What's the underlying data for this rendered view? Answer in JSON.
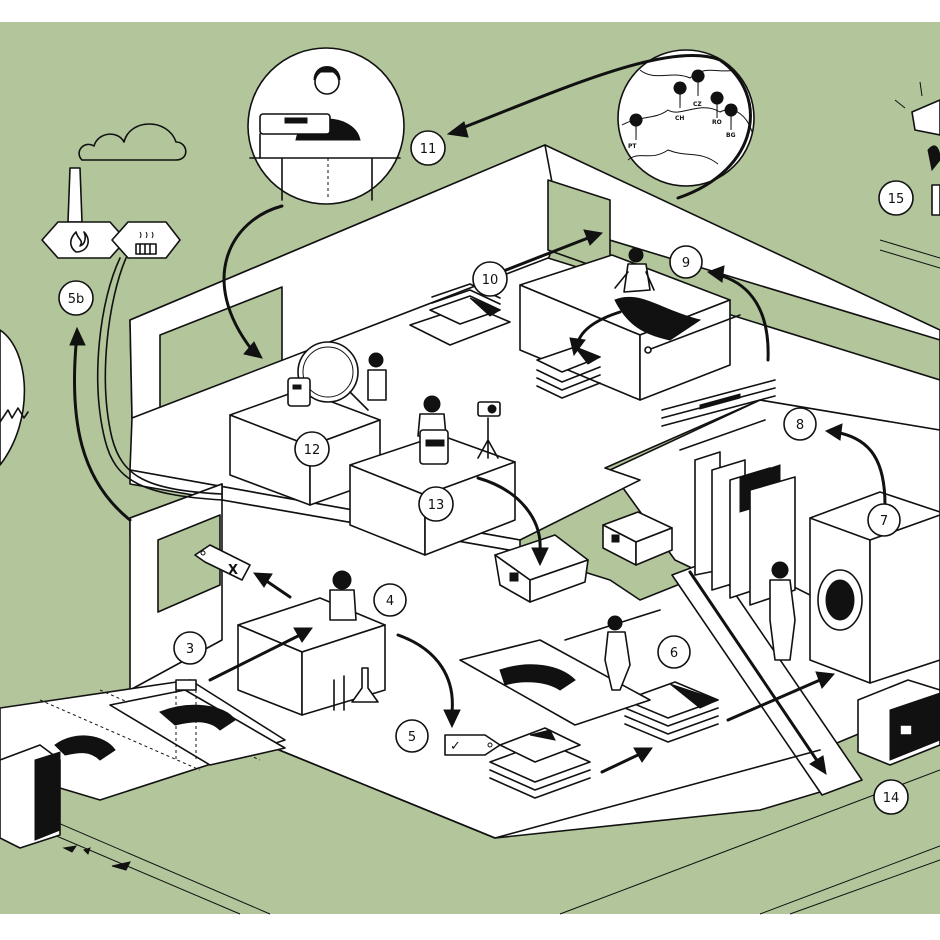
{
  "colors": {
    "background": "#b3c69b",
    "paper": "#ffffff",
    "ink": "#111111"
  },
  "steps": [
    {
      "id": "s3",
      "label": "3"
    },
    {
      "id": "s4",
      "label": "4"
    },
    {
      "id": "s5",
      "label": "5"
    },
    {
      "id": "s5b",
      "label": "5b"
    },
    {
      "id": "s6",
      "label": "6"
    },
    {
      "id": "s7",
      "label": "7"
    },
    {
      "id": "s8",
      "label": "8"
    },
    {
      "id": "s9",
      "label": "9"
    },
    {
      "id": "s10",
      "label": "10"
    },
    {
      "id": "s11",
      "label": "11"
    },
    {
      "id": "s12",
      "label": "12"
    },
    {
      "id": "s13",
      "label": "13"
    },
    {
      "id": "s14",
      "label": "14"
    },
    {
      "id": "s15",
      "label": "15"
    }
  ],
  "map_pins": [
    {
      "id": "ch",
      "label": "CH"
    },
    {
      "id": "cz",
      "label": "CZ"
    },
    {
      "id": "ro",
      "label": "RO"
    },
    {
      "id": "bg",
      "label": "BG"
    },
    {
      "id": "pt",
      "label": "PT"
    }
  ],
  "tags": {
    "reject_mark": "X",
    "approve_mark": "✓"
  },
  "icons": [
    "factory-icon",
    "flame-icon",
    "radiator-icon",
    "cloud-icon",
    "magnifier-icon",
    "camera-icon",
    "washing-machine-icon",
    "box-icon",
    "europe-map-icon",
    "location-pin-icon",
    "sewing-machine-icon",
    "pallet-icon",
    "tag-icon"
  ]
}
